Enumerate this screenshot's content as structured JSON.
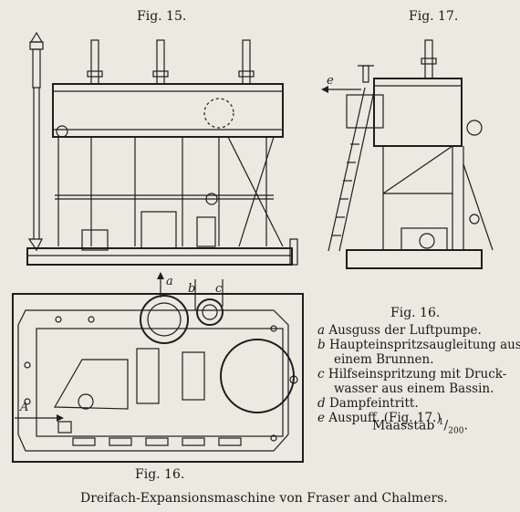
{
  "figures": {
    "fig15_label": "Fig. 15.",
    "fig17_label": "Fig. 17.",
    "fig16_plan_label": "Fig. 16.",
    "fig16_legend_label": "Fig. 16."
  },
  "plan_markers": {
    "a_top": "a",
    "b_top": "b",
    "c_top": "c",
    "a_side": "A"
  },
  "side_marker": {
    "e": "e"
  },
  "legend": [
    {
      "key": "a",
      "text": "Ausguss der Luftpumpe."
    },
    {
      "key": "b",
      "text": "Haupteinspritzsaugleitung aus",
      "cont": "einem Brunnen."
    },
    {
      "key": "c",
      "text": "Hilfseinspritzung mit Druck-",
      "cont": "wasser aus einem Bassin."
    },
    {
      "key": "d",
      "text": "Dampfeintritt."
    },
    {
      "key": "e",
      "text": "Auspuff.  (Fig. 17.)"
    }
  ],
  "scale": {
    "prefix": "Maasstab ",
    "num": "1",
    "den": "200",
    "suffix": "."
  },
  "caption": "Dreifach-Expansionsmaschine von Fraser and Chalmers."
}
